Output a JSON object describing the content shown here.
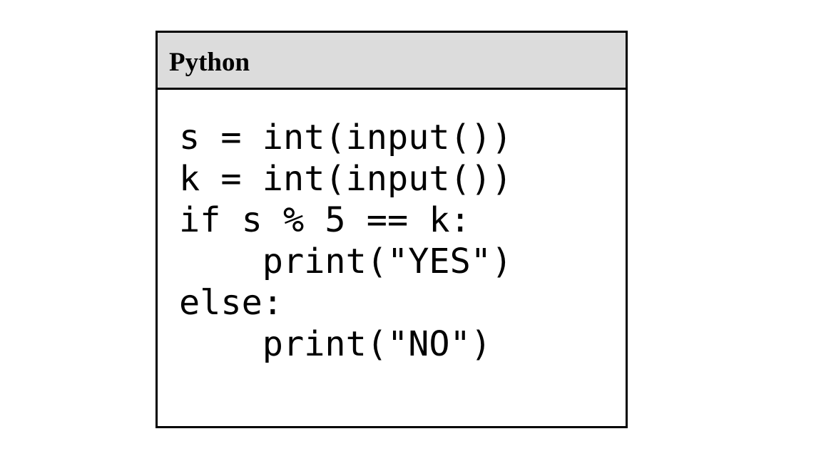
{
  "header": {
    "language_label": "Python"
  },
  "code": {
    "lines": [
      "s = int(input())",
      "k = int(input())",
      "if s % 5 == k:",
      "    print(\"YES\")",
      "else:",
      "    print(\"NO\")"
    ]
  },
  "colors": {
    "header_background": "#dcdcdc",
    "border": "#000000",
    "text": "#000000",
    "page_background": "#ffffff"
  }
}
